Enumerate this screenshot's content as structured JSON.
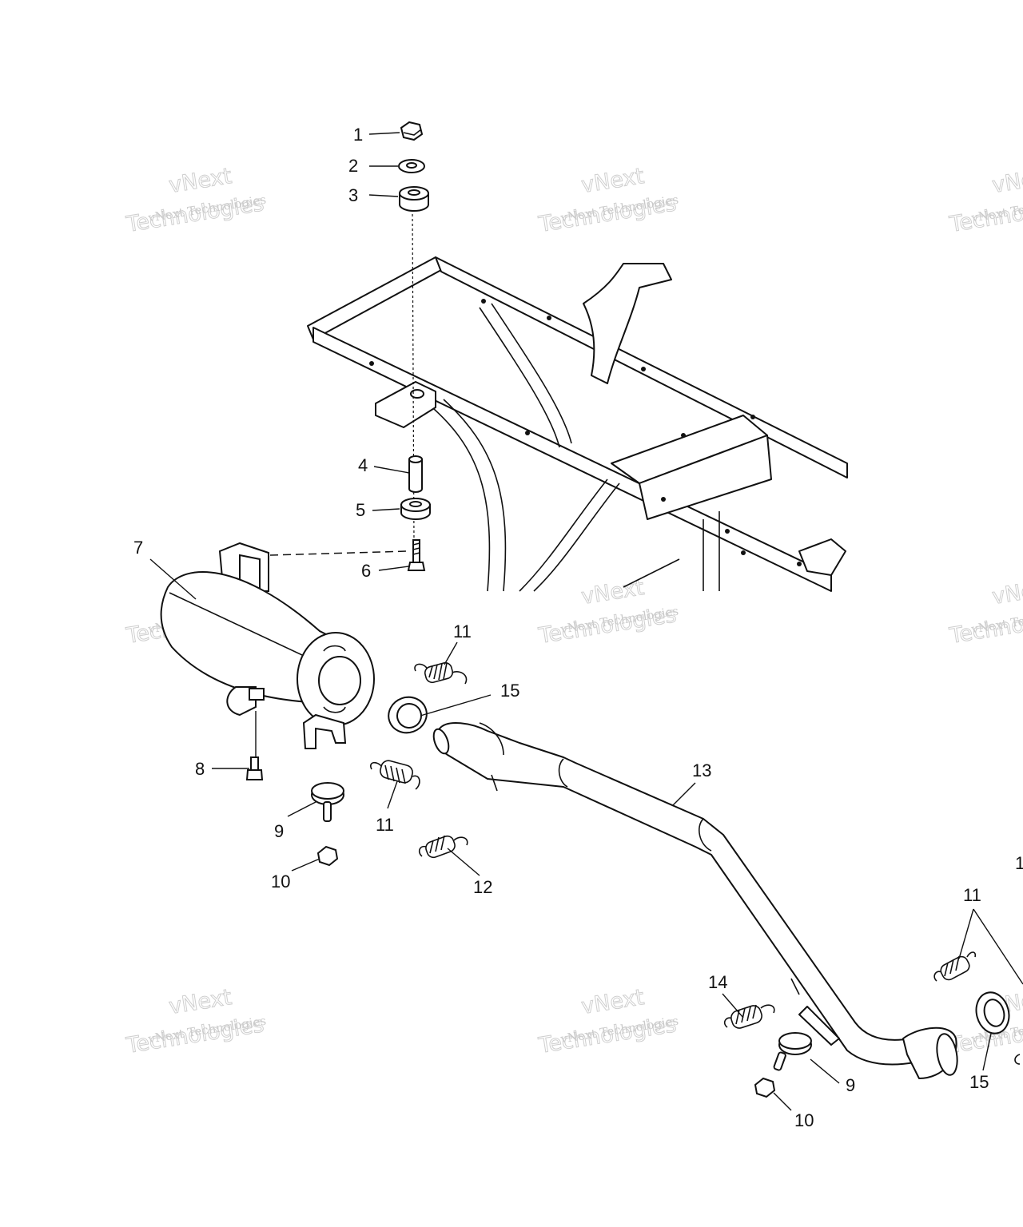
{
  "watermark": {
    "small": "vNext Technologies",
    "big_top": "vNext",
    "big_bottom": "Technologies",
    "color": "#cccccc"
  },
  "callouts": {
    "c1": "1",
    "c2": "2",
    "c3": "3",
    "c4": "4",
    "c5": "5",
    "c6": "6",
    "c7": "7",
    "c8": "8",
    "c9a": "9",
    "c9b": "9",
    "c10a": "10",
    "c10b": "10",
    "c11a": "11",
    "c11b": "11",
    "c11c": "11",
    "c12": "12",
    "c13": "13",
    "c14": "14",
    "c15a": "15",
    "c15b": "15",
    "c1x": "1"
  },
  "colors": {
    "ink": "#111111",
    "background": "#ffffff"
  }
}
